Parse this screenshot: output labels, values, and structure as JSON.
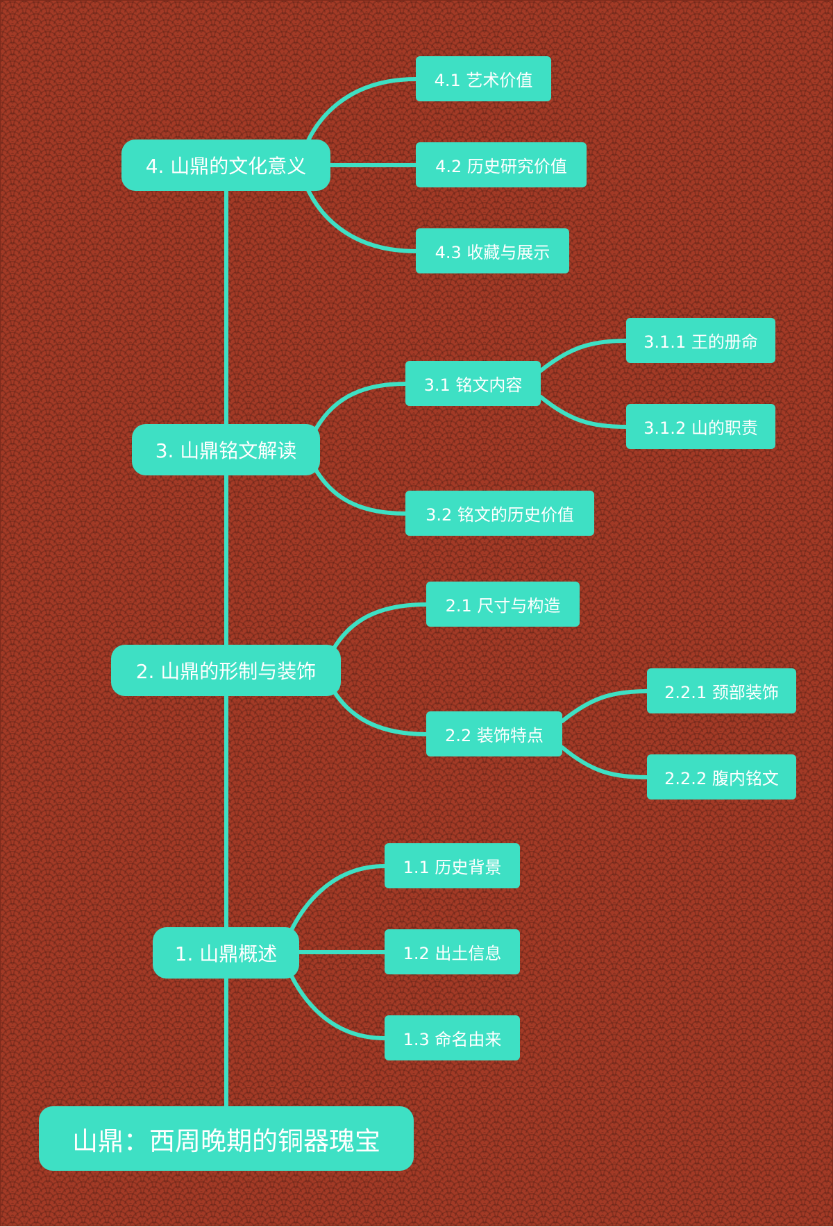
{
  "mindmap": {
    "root": {
      "label": "山鼎：西周晚期的铜器瑰宝"
    },
    "branches": [
      {
        "label": "1. 山鼎概述",
        "children": [
          {
            "label": "1.1 历史背景"
          },
          {
            "label": "1.2 出土信息"
          },
          {
            "label": "1.3 命名由来"
          }
        ]
      },
      {
        "label": "2. 山鼎的形制与装饰",
        "children": [
          {
            "label": "2.1 尺寸与构造"
          },
          {
            "label": "2.2 装饰特点",
            "children": [
              {
                "label": "2.2.1 颈部装饰"
              },
              {
                "label": "2.2.2 腹内铭文"
              }
            ]
          }
        ]
      },
      {
        "label": "3. 山鼎铭文解读",
        "children": [
          {
            "label": "3.1 铭文内容",
            "children": [
              {
                "label": "3.1.1 王的册命"
              },
              {
                "label": "3.1.2 山的职责"
              }
            ]
          },
          {
            "label": "3.2 铭文的历史价值"
          }
        ]
      },
      {
        "label": "4. 山鼎的文化意义",
        "children": [
          {
            "label": "4.1 艺术价值"
          },
          {
            "label": "4.2 历史研究价值"
          },
          {
            "label": "4.3 收藏与展示"
          }
        ]
      }
    ]
  },
  "colors": {
    "background": "#a33a26",
    "node": "#3ee0c4",
    "text": "#ffffff"
  }
}
